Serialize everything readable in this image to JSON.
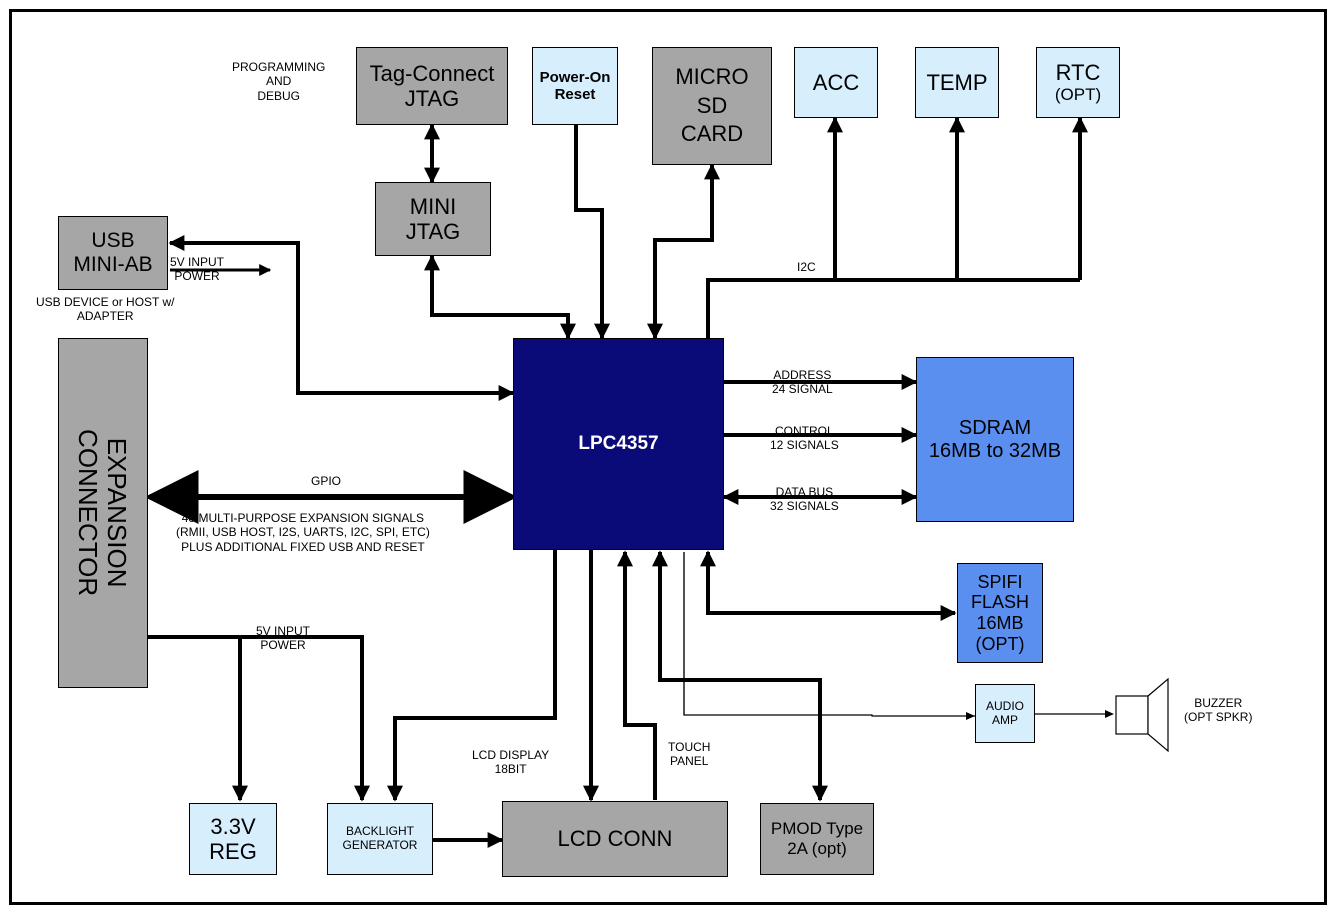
{
  "blocks": {
    "tag_connect": [
      "Tag-Connect",
      "JTAG"
    ],
    "power_on_reset": [
      "Power-On",
      "Reset"
    ],
    "micro_sd": [
      "MICRO",
      "SD",
      "CARD"
    ],
    "acc": [
      "ACC"
    ],
    "temp": [
      "TEMP"
    ],
    "rtc": [
      "RTC",
      "(OPT)"
    ],
    "mini_jtag": [
      "MINI",
      "JTAG"
    ],
    "usb": [
      "USB",
      "MINI-AB"
    ],
    "expansion": [
      "EXPANSION",
      "CONNECTOR"
    ],
    "mcu": [
      "LPC4357"
    ],
    "sdram": [
      "SDRAM",
      "16MB to 32MB"
    ],
    "spifi": [
      "SPIFI",
      "FLASH",
      "16MB",
      "(OPT)"
    ],
    "audio_amp": [
      "AUDIO",
      "AMP"
    ],
    "reg": [
      "3.3V",
      "REG"
    ],
    "backlight": [
      "BACKLIGHT",
      "GENERATOR"
    ],
    "lcd_conn": [
      "LCD CONN"
    ],
    "pmod": [
      "PMOD Type",
      "2A (opt)"
    ]
  },
  "labels": {
    "programming_debug": [
      "PROGRAMMING",
      "AND",
      "DEBUG"
    ],
    "usb_power": [
      "5V INPUT",
      "POWER"
    ],
    "usb_device": [
      "USB DEVICE or HOST w/",
      "ADAPTER"
    ],
    "i2c": [
      "I2C"
    ],
    "address": [
      "ADDRESS",
      "24 SIGNAL"
    ],
    "control": [
      "CONTROL",
      "12 SIGNALS"
    ],
    "data_bus": [
      "DATA BUS",
      "32 SIGNALS"
    ],
    "gpio": [
      "GPIO"
    ],
    "expansion_signals": [
      "48 MULTI-PURPOSE EXPANSION SIGNALS",
      "(RMII, USB HOST, I2S, UARTS, I2C, SPI, ETC)",
      "PLUS ADDITIONAL FIXED USB AND RESET"
    ],
    "exp_power": [
      "5V INPUT",
      "POWER"
    ],
    "lcd_display": [
      "LCD DISPLAY",
      "18BIT"
    ],
    "touch_panel": [
      "TOUCH",
      "PANEL"
    ],
    "buzzer": [
      "BUZZER",
      "(OPT SPKR)"
    ]
  },
  "colors": {
    "gray_block": "#a6a6a6",
    "light_blue_block": "#d7eefc",
    "memory_block": "#5a8ff0",
    "mcu_block": "#0a0a78",
    "line": "#000000"
  }
}
